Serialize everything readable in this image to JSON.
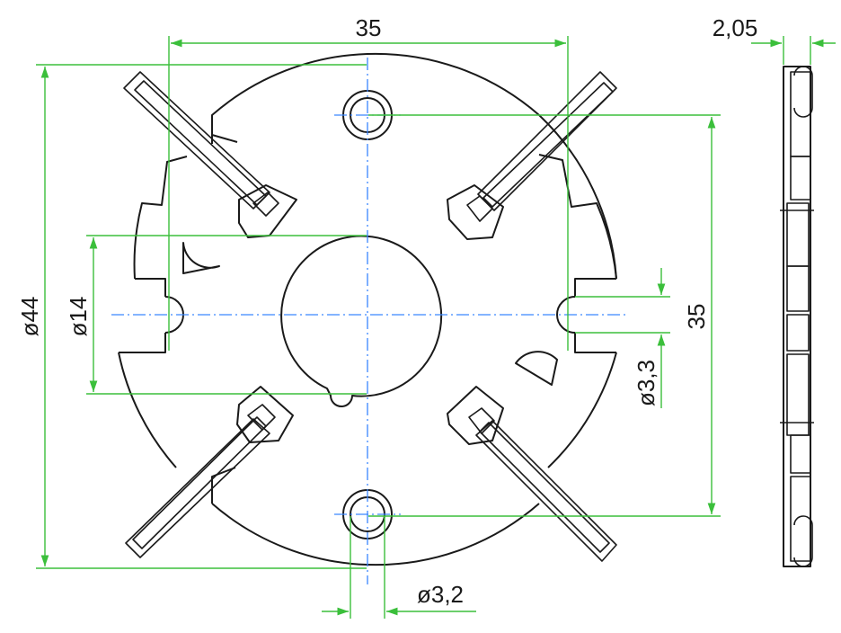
{
  "colors": {
    "outline": "#1a1a1a",
    "dimension_lines": "#3bbf3b",
    "center_lines": "#3a86ff",
    "background": "#ffffff"
  },
  "dimensions": {
    "hole_spacing_horizontal": "35",
    "hole_spacing_vertical": "35",
    "outer_diameter": "ø44",
    "center_bore_diameter": "ø14",
    "side_slot_diameter": "ø3,3",
    "mount_hole_diameter": "ø3,2",
    "plate_thickness": "2,05"
  }
}
